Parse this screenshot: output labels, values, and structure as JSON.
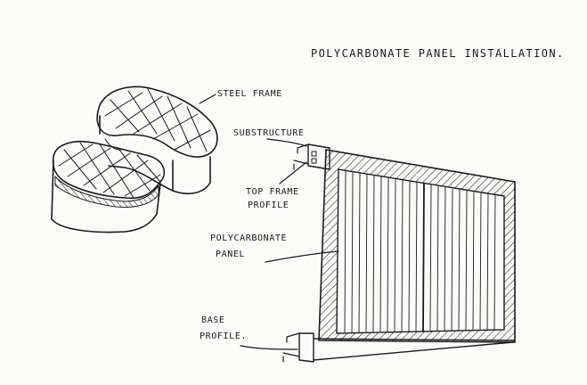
{
  "title": "POLYCARBONATE PANEL INSTALLATION.",
  "labels": {
    "steel_frame": "STEEL FRAME",
    "substructure": "SUBSTRUCTURE",
    "top_frame_1": "TOP FRAME",
    "top_frame_2": "PROFILE",
    "polycarbonate_1": "POLYCARBONATE",
    "polycarbonate_2": "PANEL",
    "base_1": "BASE",
    "base_2": "PROFILE."
  },
  "colors": {
    "ink": "#1a1a1a",
    "paper": "#fbfbf9"
  }
}
